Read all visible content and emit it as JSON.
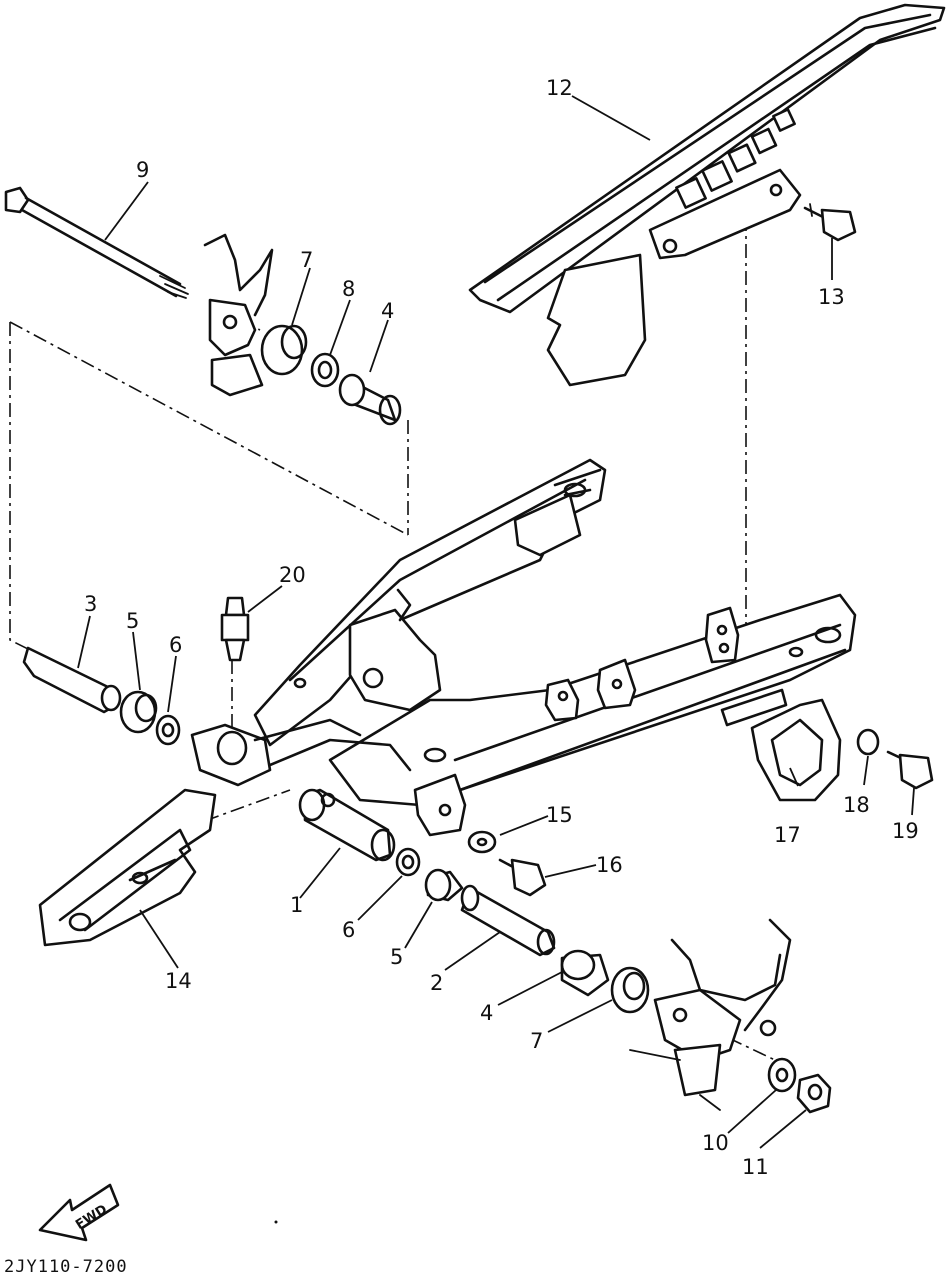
{
  "callouts": {
    "c1": "1",
    "c2": "2",
    "c3": "3",
    "c4a": "4",
    "c4b": "4",
    "c5a": "5",
    "c5b": "5",
    "c6a": "6",
    "c6b": "6",
    "c7a": "7",
    "c7b": "7",
    "c8": "8",
    "c9": "9",
    "c10": "10",
    "c11": "11",
    "c12": "12",
    "c13": "13",
    "c14": "14",
    "c15": "15",
    "c16": "16",
    "c17": "17",
    "c18": "18",
    "c19": "19",
    "c20": "20"
  },
  "direction_arrow": {
    "label": "FWD",
    "icon": "fwd-arrow-icon"
  },
  "drawing_code": "2JY110-7200"
}
